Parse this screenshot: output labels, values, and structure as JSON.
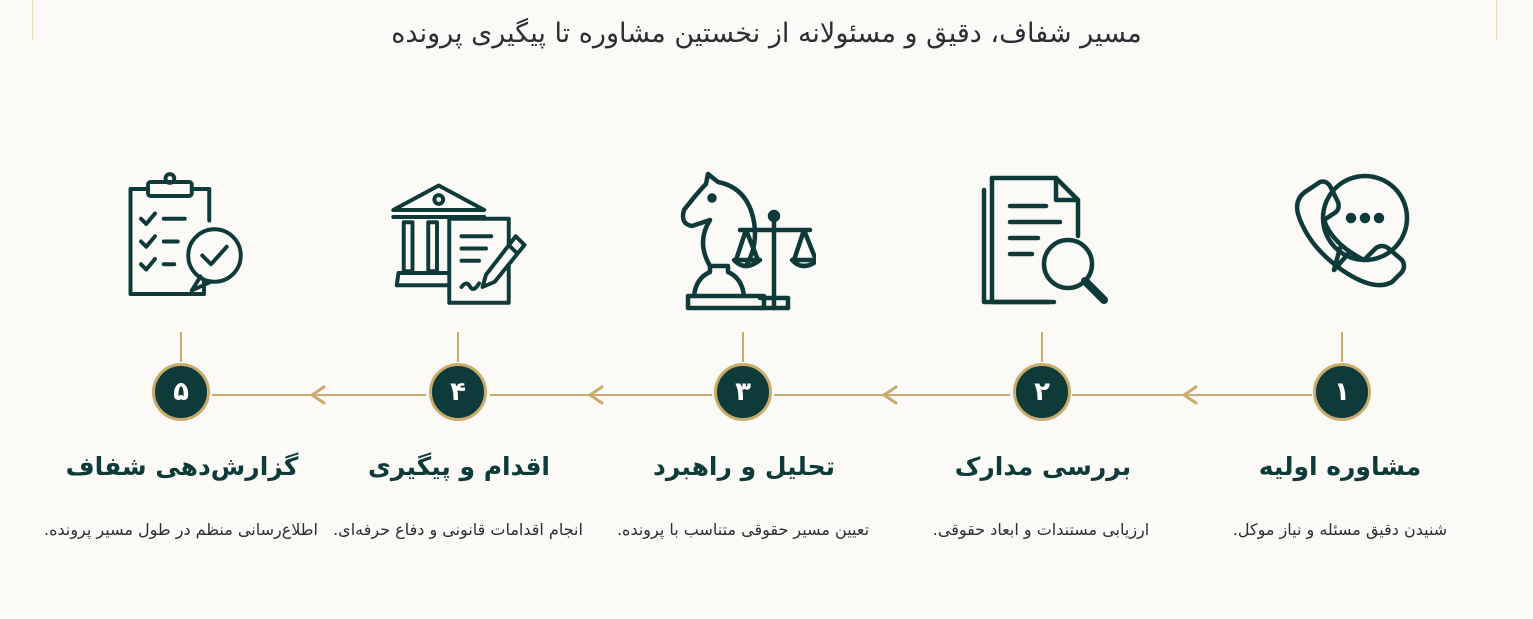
{
  "header": {
    "title": "مسیر شفاف، دقیق و مسئولانه از نخستین مشاوره تا پیگیری پرونده"
  },
  "steps": [
    {
      "number": "۱",
      "title": "مشاوره اولیه",
      "description": "شنیدن دقیق مسئله و نیاز موکل.",
      "icon": "phone-chat-icon"
    },
    {
      "number": "۲",
      "title": "بررسی مدارک",
      "description": "ارزیابی مستندات و ابعاد حقوقی.",
      "icon": "document-search-icon"
    },
    {
      "number": "۳",
      "title": "تحلیل و راهبرد",
      "description": "تعیین مسیر حقوقی متناسب با پرونده.",
      "icon": "knight-scales-icon"
    },
    {
      "number": "۴",
      "title": "اقدام و پیگیری",
      "description": "انجام اقدامات قانونی و دفاع حرفه‌ای.",
      "icon": "courthouse-pen-icon"
    },
    {
      "number": "۵",
      "title": "گزارش‌دهی شفاف",
      "description": "اطلاع‌رسانی منظم در طول مسیر پرونده.",
      "icon": "clipboard-check-icon"
    }
  ],
  "colors": {
    "accent": "#c9ab6b",
    "primary": "#0f3a3a",
    "background": "#fbfaf7"
  }
}
